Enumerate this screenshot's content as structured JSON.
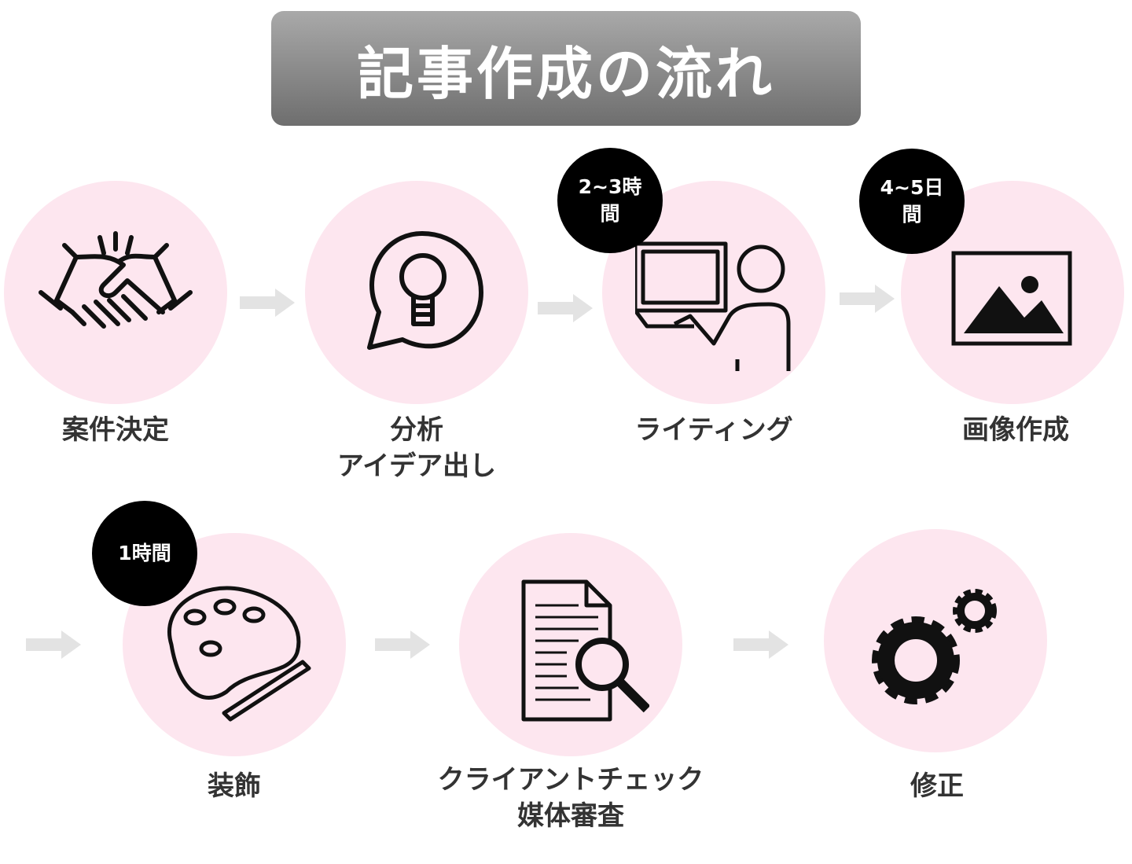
{
  "title": "記事作成の流れ",
  "colors": {
    "circle": "#fde6ef",
    "badge": "#000000",
    "arrow": "#e3e3e3",
    "title_bg": "#8a8a8a"
  },
  "steps": [
    {
      "label": "案件決定",
      "icon": "handshake-icon"
    },
    {
      "label": "分析",
      "label2": "アイデア出し",
      "icon": "lightbulb-speech-icon"
    },
    {
      "label": "ライティング",
      "icon": "person-at-computer-icon",
      "badge": "2~3時間"
    },
    {
      "label": "画像作成",
      "icon": "image-icon",
      "badge": "4~5日間"
    },
    {
      "label": "装飾",
      "icon": "paint-palette-icon",
      "badge": "1時間"
    },
    {
      "label": "クライアントチェック",
      "label2": "媒体審査",
      "icon": "document-magnifier-icon"
    },
    {
      "label": "修正",
      "icon": "gears-icon"
    }
  ]
}
